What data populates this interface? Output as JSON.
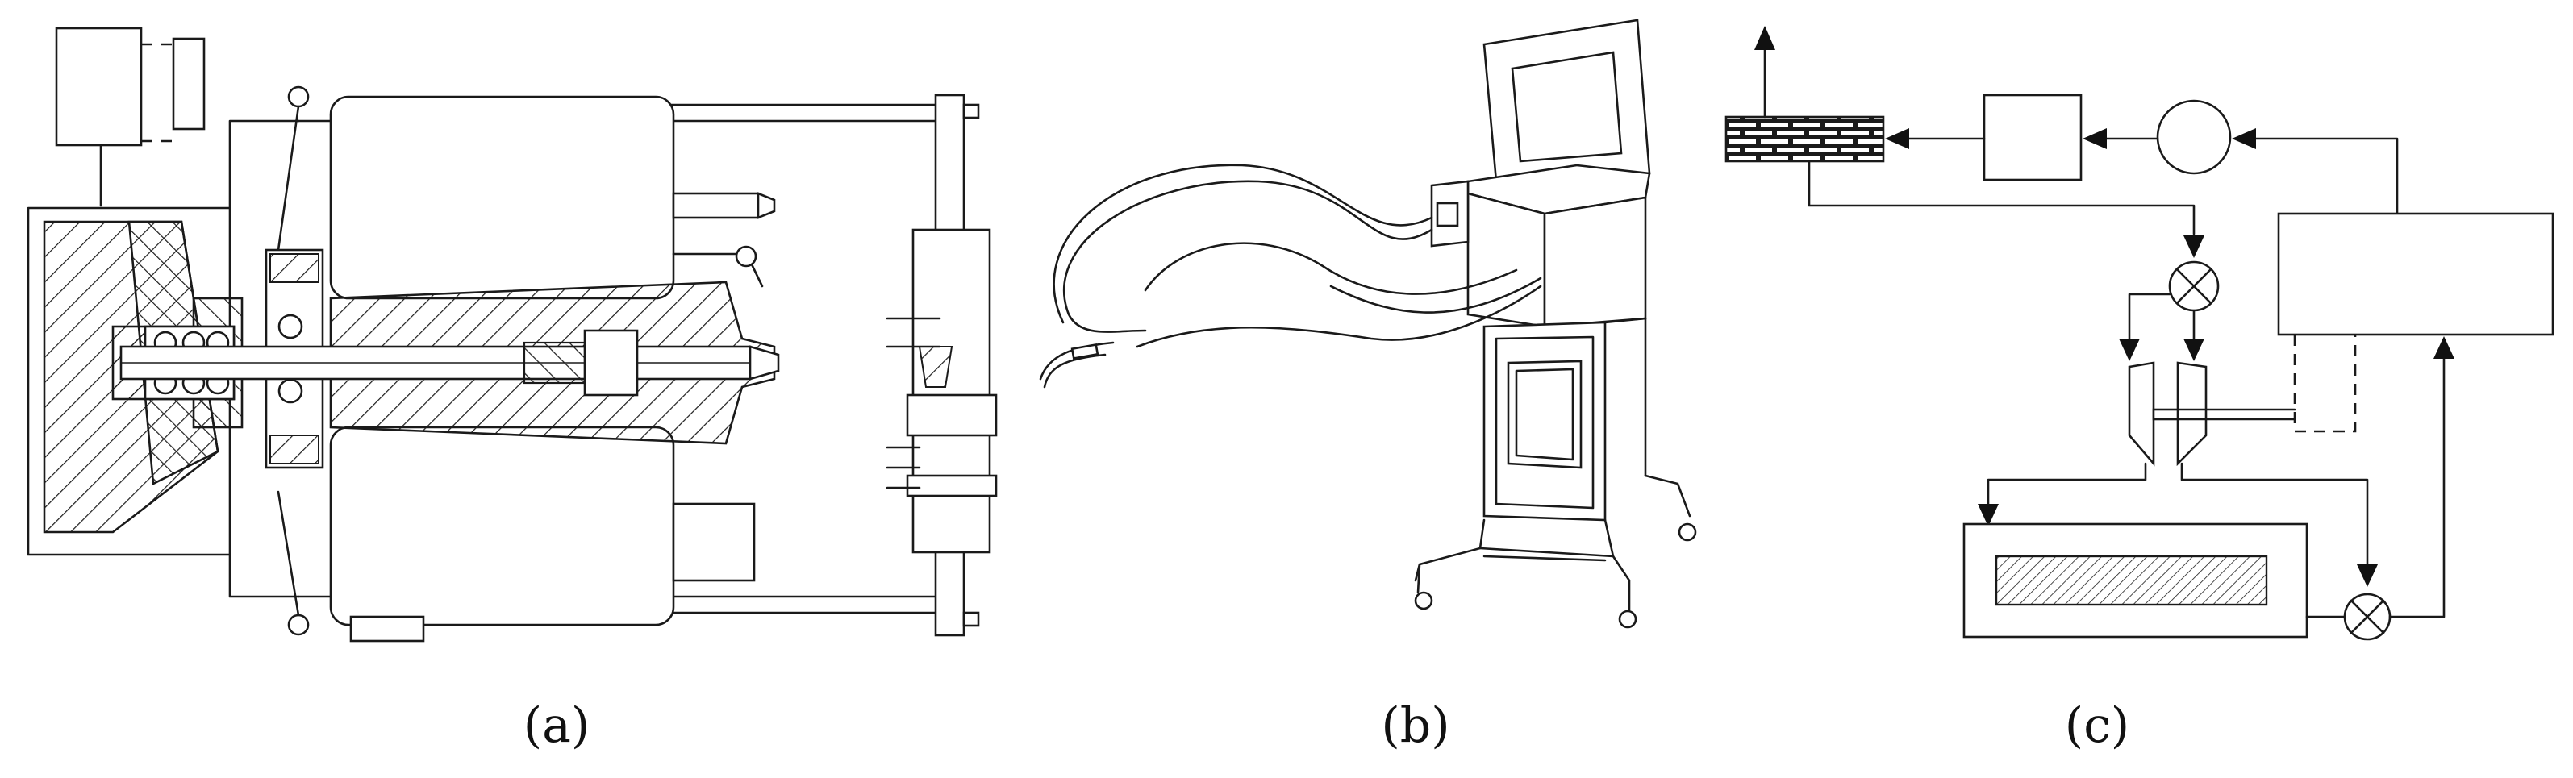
{
  "figure": {
    "panels": [
      {
        "id": "a",
        "label": "(a)"
      },
      {
        "id": "b",
        "label": "(b)"
      },
      {
        "id": "c",
        "label": "(c)"
      }
    ],
    "colors": {
      "line": "#1a1a1a",
      "background": "#ffffff"
    }
  }
}
